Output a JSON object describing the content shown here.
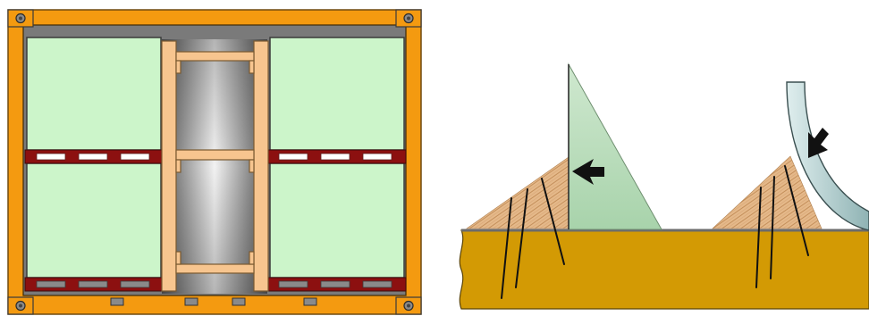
{
  "figures": [
    {
      "id": "container-top-view",
      "parts": [
        "container-frame",
        "cargo-crates",
        "wooden-bracing",
        "dunnage-strips"
      ]
    },
    {
      "id": "wedge-chocking-side-view",
      "parts": [
        "wedge-block",
        "arrow-indicator",
        "flat-cargo-panel",
        "curved-cargo",
        "floor"
      ]
    }
  ],
  "colors": {
    "frame_orange": "#F49A10",
    "frame_outline": "#6E4A10",
    "crate_green": "#CCF5CA",
    "crate_outline": "#3B3B3B",
    "dunnage_red": "#8C1010",
    "timber": "#F7C58F",
    "timber_outline": "#7A5A30",
    "floor_ochre": "#D39A04",
    "wedge_wood": "#E5B98A",
    "panel_green": "#BFDFC1",
    "curved_blue": "#AFCBCC"
  }
}
